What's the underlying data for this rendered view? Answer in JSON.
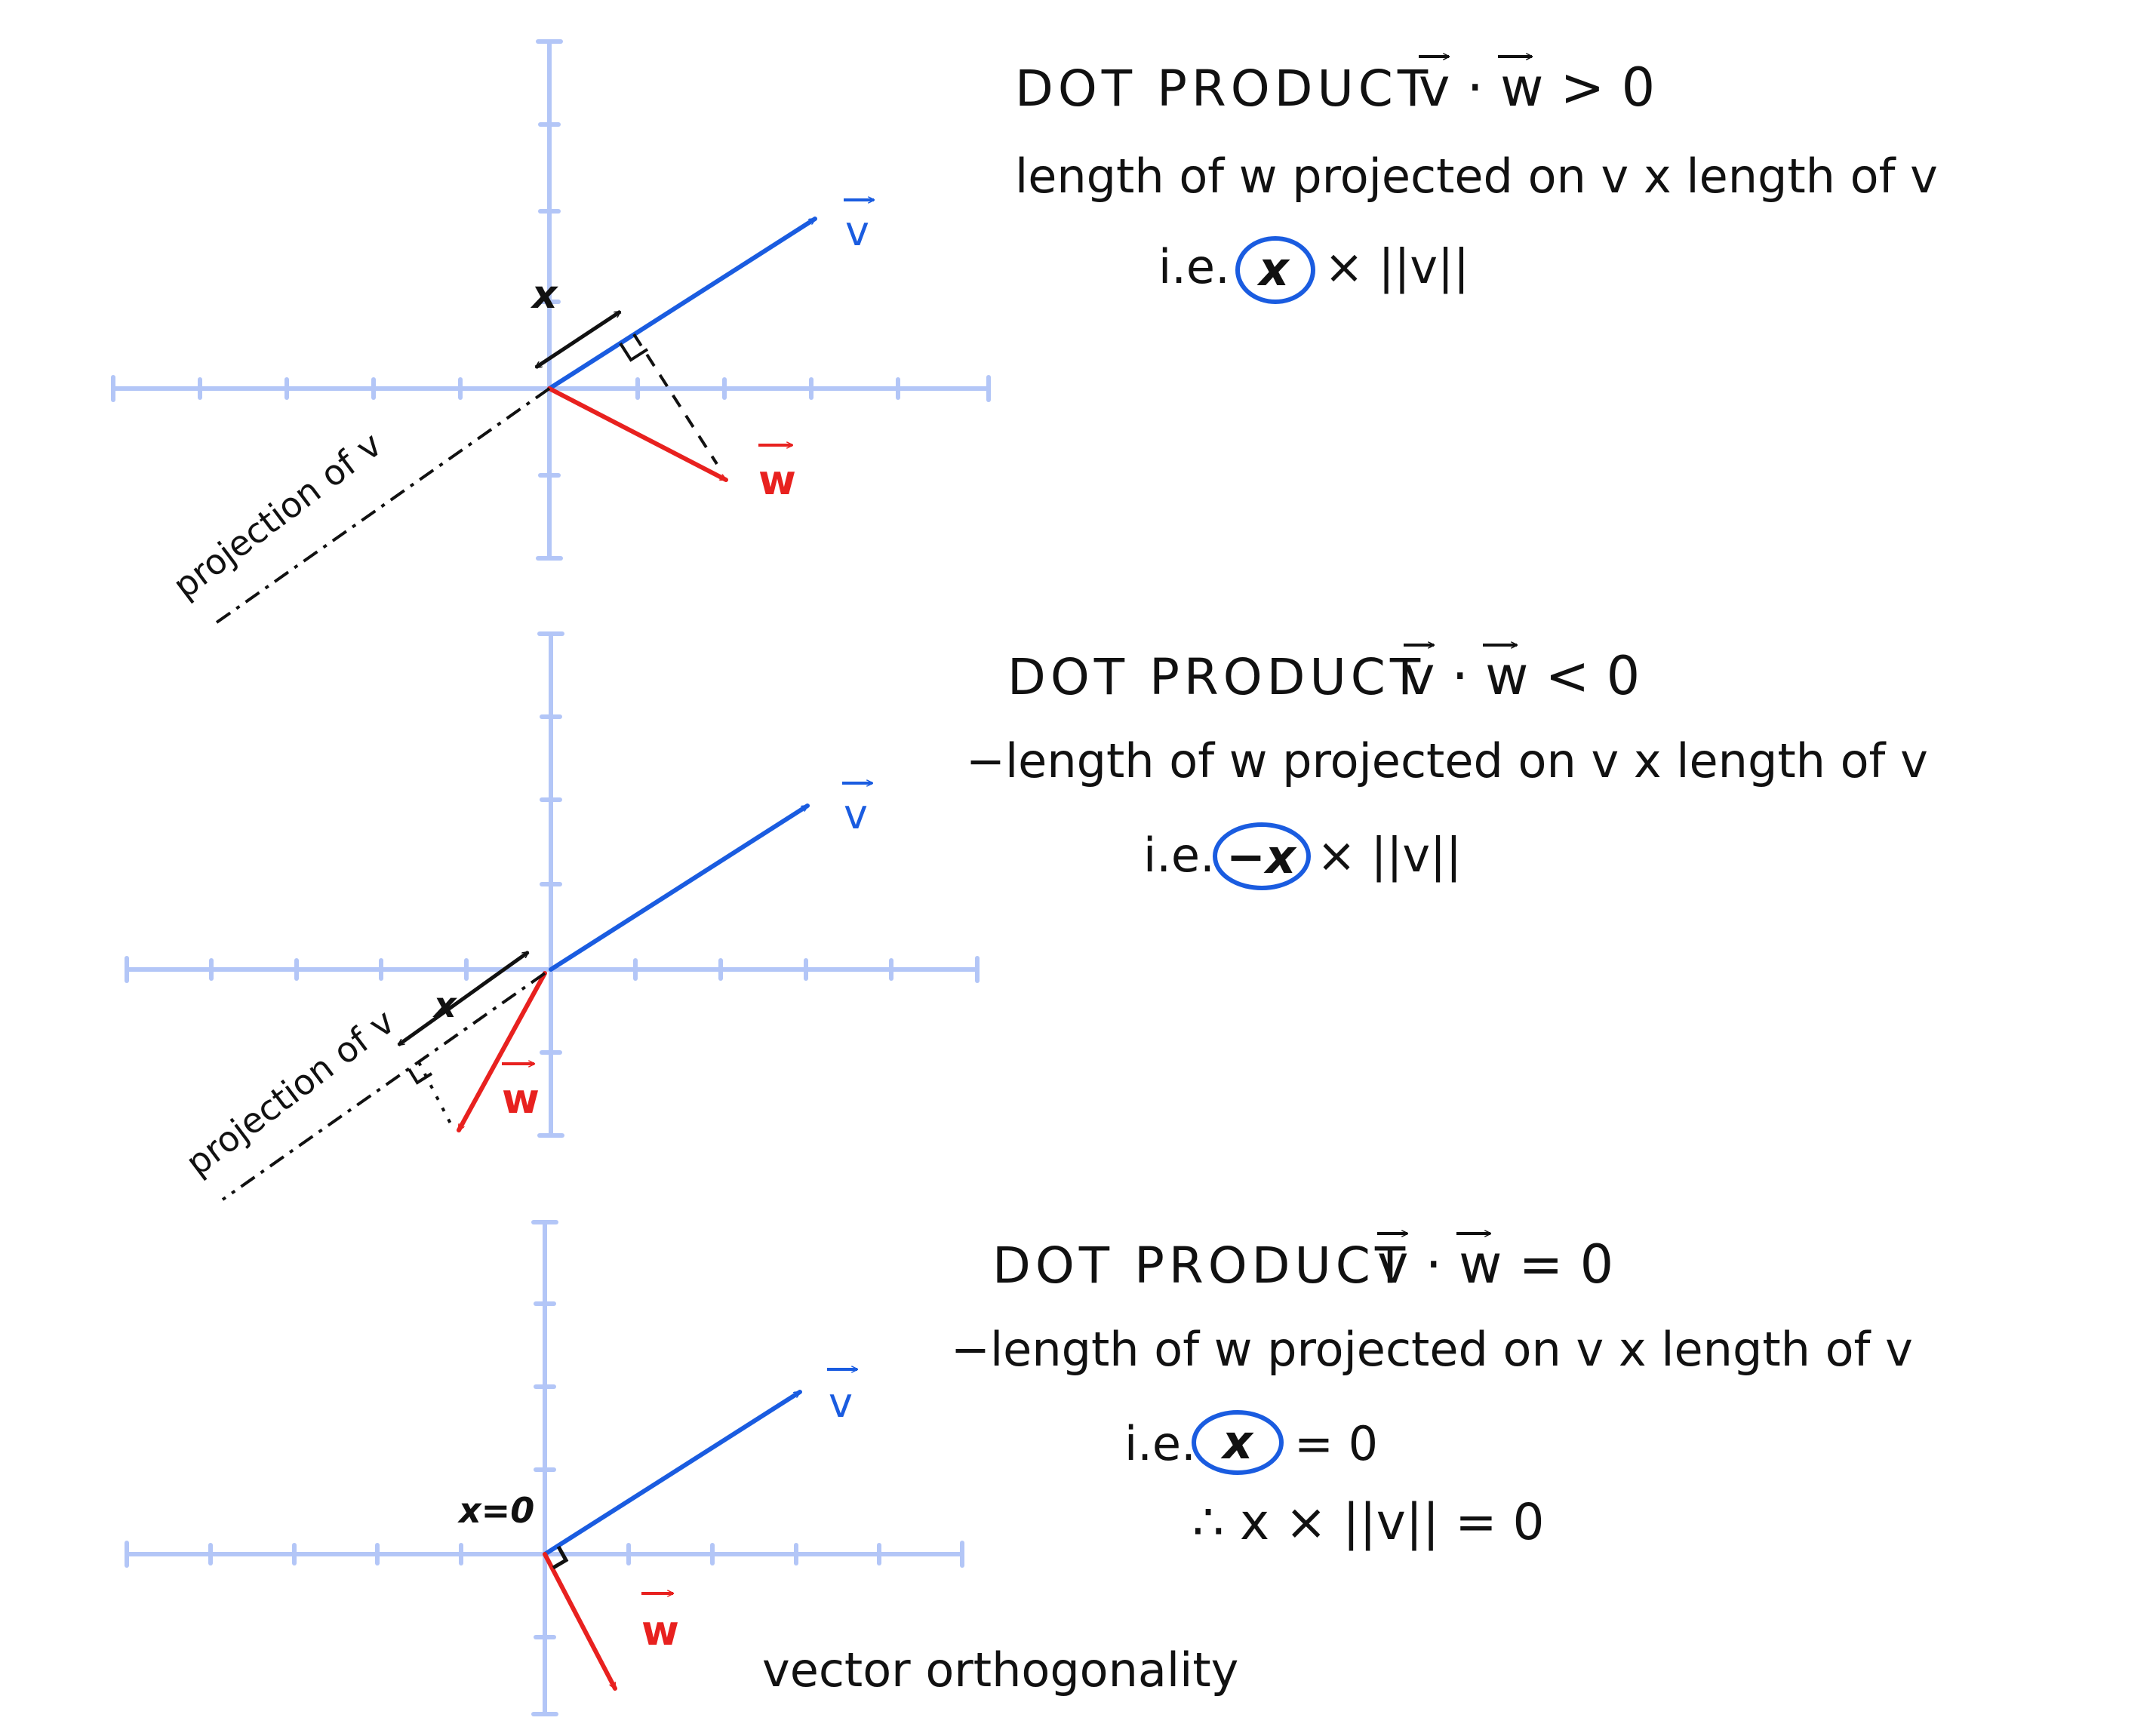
{
  "colors": {
    "axis": "#b3c6f7",
    "vector_v": "#1a5ce0",
    "vector_w": "#e8211f",
    "ink": "#111111",
    "circle": "#1a5ce0"
  },
  "panels": [
    {
      "v_label": "v",
      "w_label": "w",
      "x_label": "x",
      "projection_label": "projection of v",
      "heading": "DOT PRODUCT",
      "relation": "v · w > 0",
      "line2": "length of w projected on v x length of v",
      "line3_prefix": "i.e.",
      "circled": "x",
      "line3_suffix": "× ||v||"
    },
    {
      "v_label": "v",
      "w_label": "w",
      "x_label": "x",
      "projection_label": "projection of v",
      "heading": "DOT PRODUCT",
      "relation": "v · w < 0",
      "line2": "−length of w projected on v x length of v",
      "line3_prefix": "i.e.",
      "circled": "−x",
      "line3_suffix": "× ||v||"
    },
    {
      "v_label": "v",
      "w_label": "w",
      "x_label": "x=0",
      "heading": "DOT PRODUCT",
      "relation": "v · w = 0",
      "line2": "−length of w projected on v x length of v",
      "line3_prefix": "i.e.",
      "circled": "x",
      "line3_suffix": "= 0",
      "line4": "∴ x × ||v|| = 0",
      "footer": "vector orthogonality"
    }
  ]
}
